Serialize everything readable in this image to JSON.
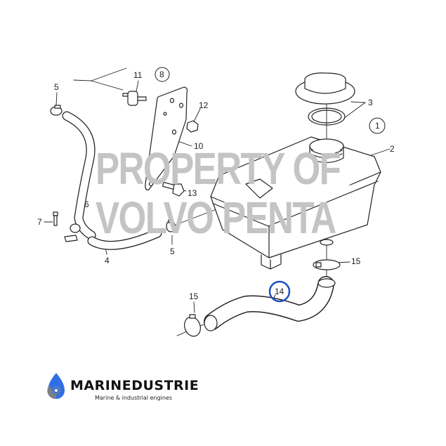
{
  "diagram": {
    "watermark": [
      "PROPERTY OF",
      "VOLVO PENTA"
    ],
    "labels": {
      "l11": "11",
      "l8": "8",
      "l5a": "5",
      "l12": "12",
      "l3": "3",
      "l1": "1",
      "l10": "10",
      "l2": "2",
      "l13": "13",
      "l6": "6",
      "l7": "7",
      "l4": "4",
      "l5b": "5",
      "l15a": "15",
      "l14": "14",
      "l15b": "15"
    },
    "highlight_color": "#1f4fbf"
  },
  "logo": {
    "name": "MARINEDUSTRIE",
    "tagline": "Marine & industrial engines",
    "colors": {
      "drop": "#2f6fe6",
      "gear": "#7a8088"
    }
  }
}
